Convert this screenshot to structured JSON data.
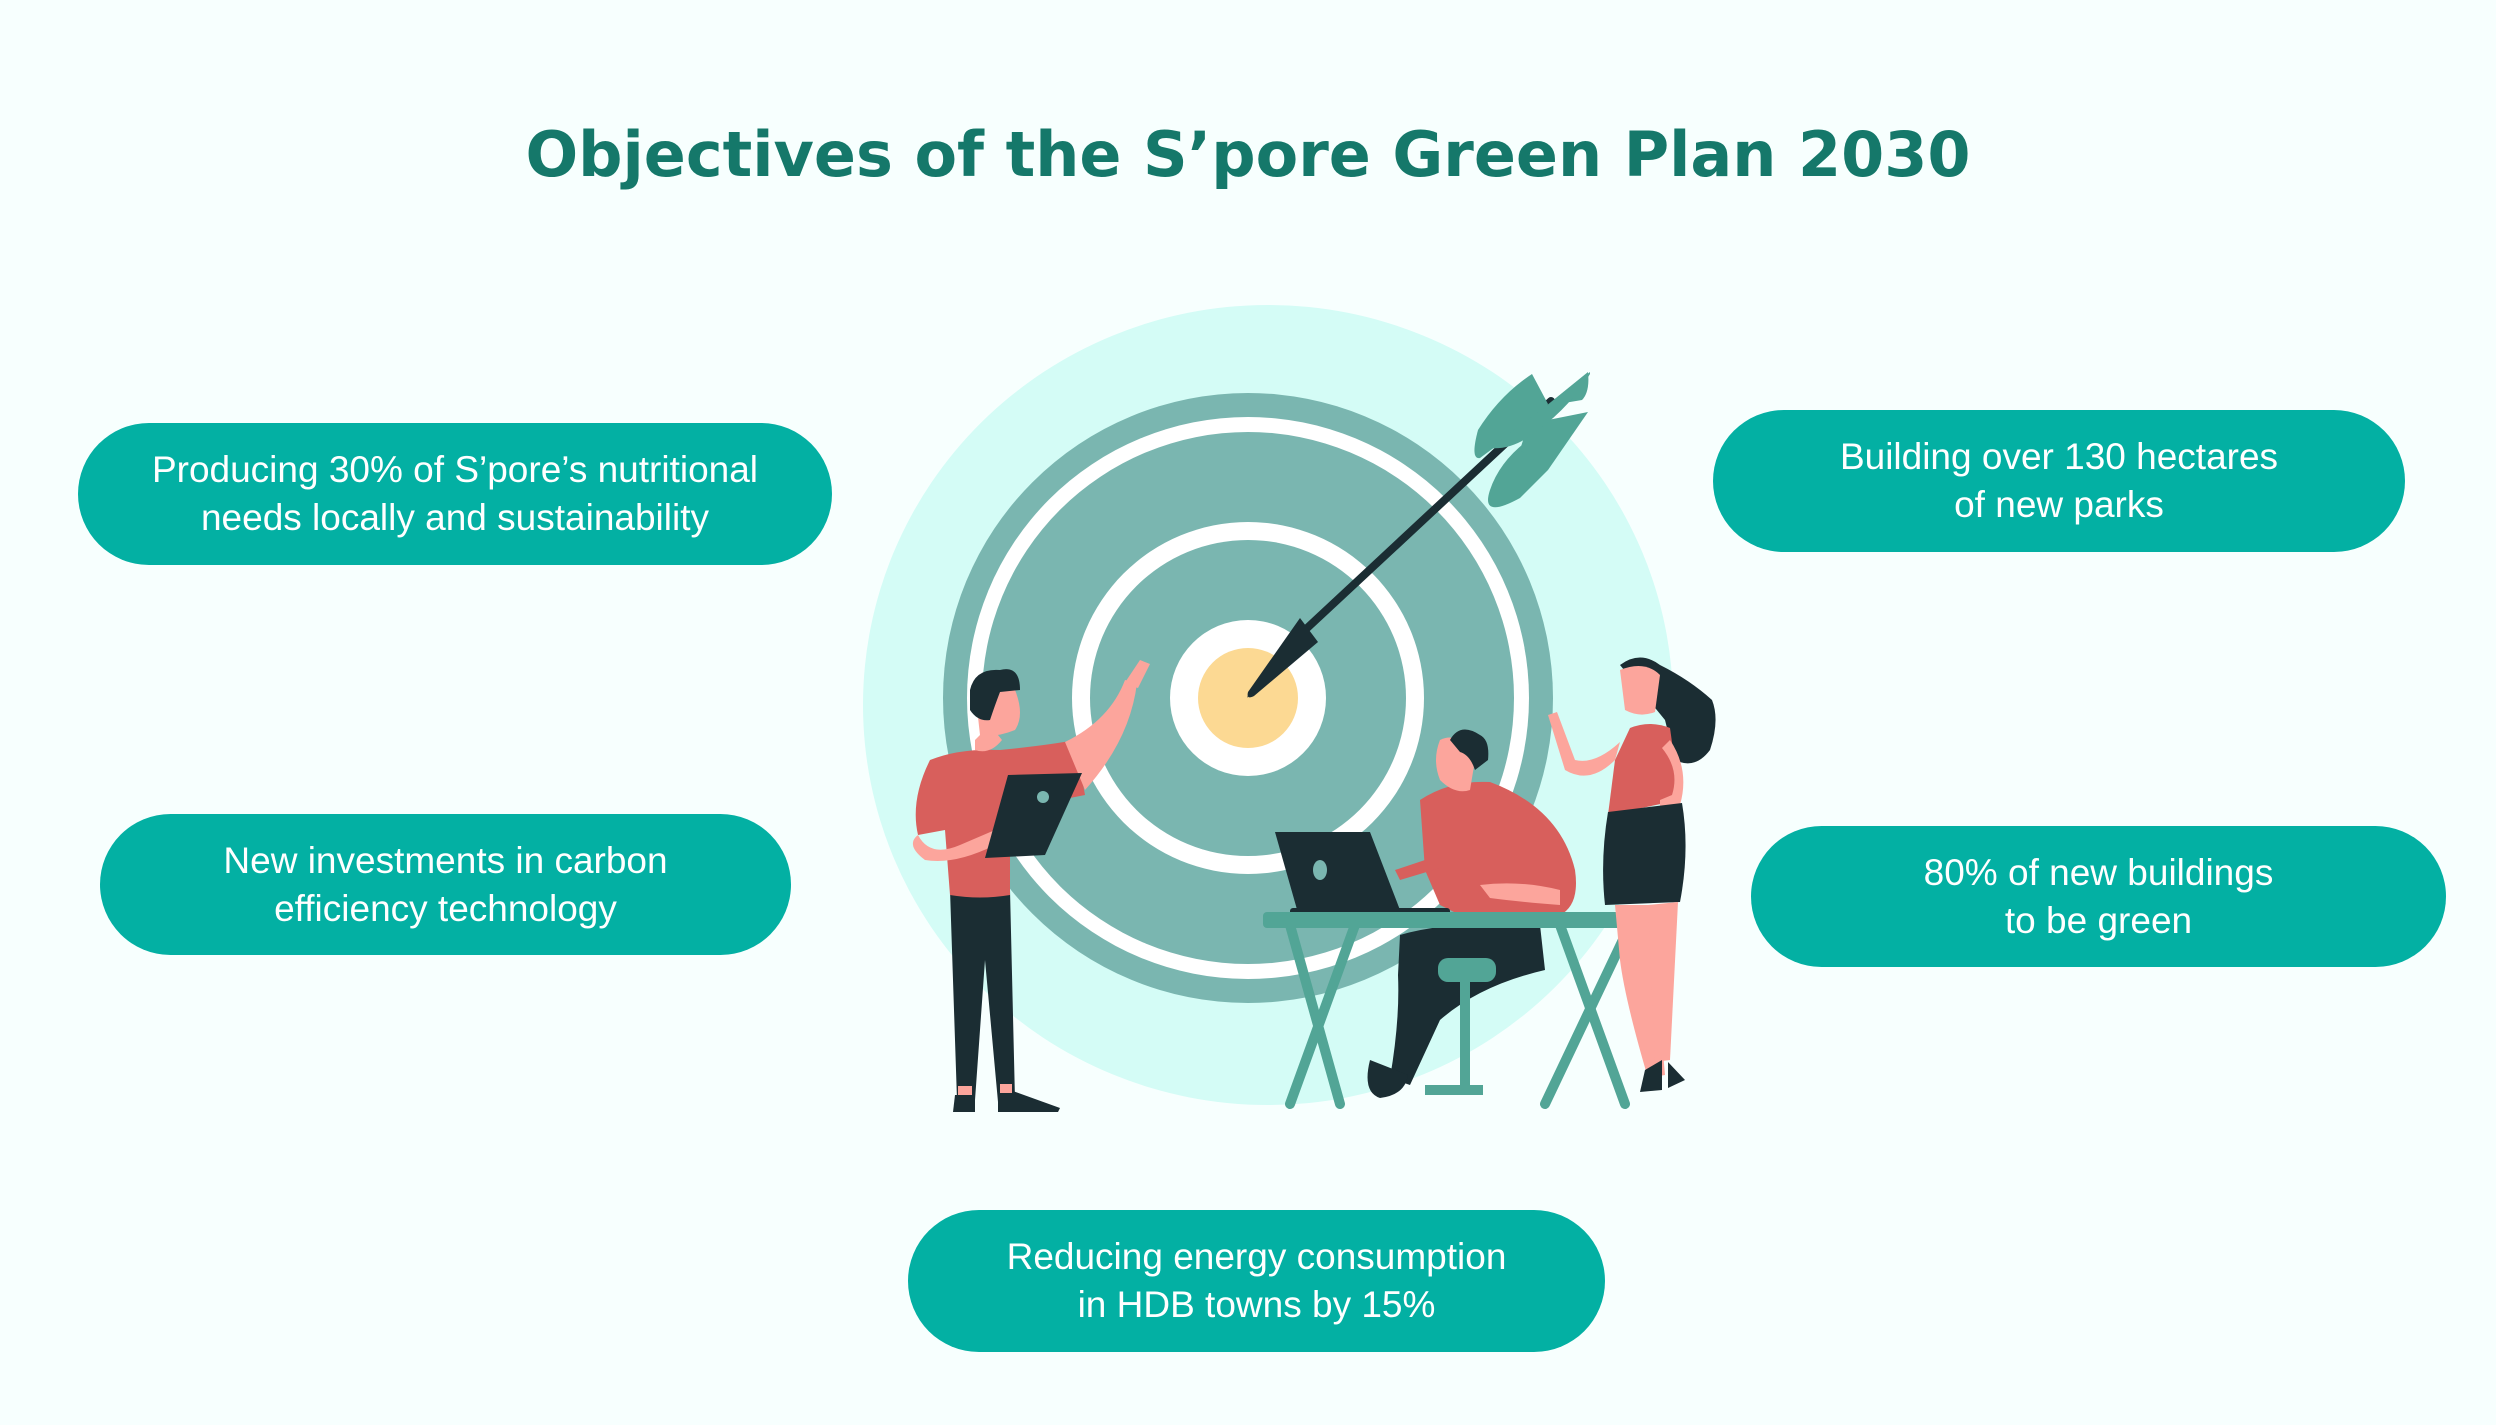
{
  "title": "Objectives of the S’pore Green Plan 2030",
  "objectives": [
    {
      "id": "local-food",
      "line1": "Producing 30% of S’pore’s nutritional",
      "line2": "needs locally and sustainability"
    },
    {
      "id": "parks",
      "line1": "Building over 130 hectares",
      "line2": "of new parks"
    },
    {
      "id": "carbon-tech",
      "line1": "New investments in carbon",
      "line2": "efficiency technology"
    },
    {
      "id": "green-buildings",
      "line1": "80% of new buildings",
      "line2": "to be green"
    },
    {
      "id": "energy-hdb",
      "line1": "Reducing energy consumption",
      "line2": "in HDB towns by 15%"
    }
  ],
  "illustration": {
    "description": "target-with-arrow-and-team",
    "colors": {
      "background": "#f7fffe",
      "blob": "#d4fcf6",
      "target_ring": "#7ab6b0",
      "target_white": "#ffffff",
      "bullseye": "#fcd993",
      "arrow": "#1b2d33",
      "fletching": "#52a596",
      "shirt": "#d85f5c",
      "skin": "#fca59c",
      "dark": "#1b2d33",
      "furniture": "#52a596"
    }
  },
  "colors": {
    "title": "#15786a",
    "pill": "#03b0a3",
    "pill_text": "#ffffff"
  }
}
